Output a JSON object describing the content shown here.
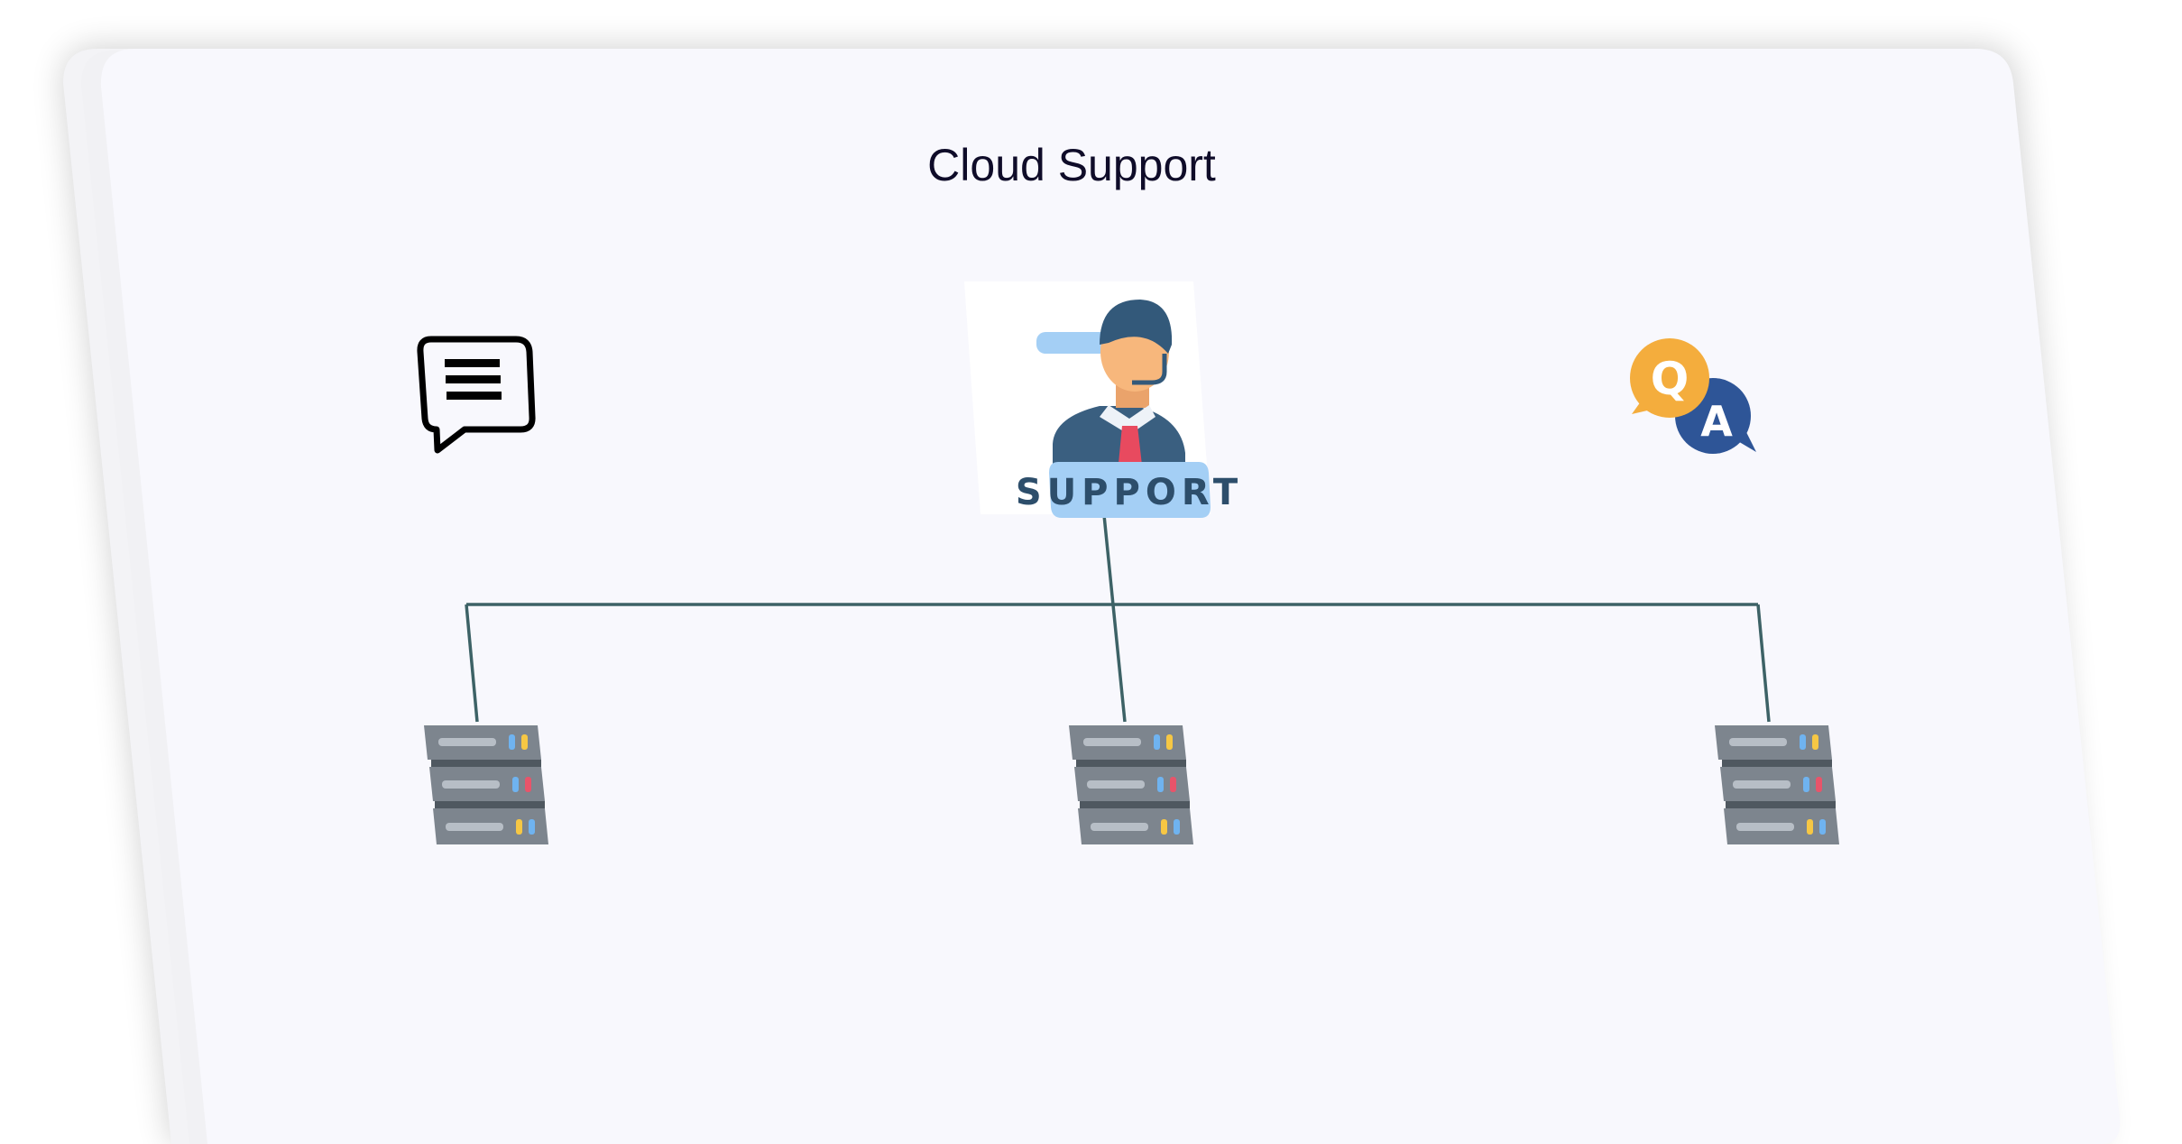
{
  "diagram": {
    "title": "Cloud Support",
    "center_node": {
      "label": "SUPPORT",
      "icon": "support-agent-icon"
    },
    "left_node": {
      "icon": "chat-message-icon"
    },
    "right_node": {
      "icon": "qa-bubbles-icon",
      "q_label": "Q",
      "a_label": "A"
    },
    "servers": [
      {
        "icon": "server-rack-icon"
      },
      {
        "icon": "server-rack-icon"
      },
      {
        "icon": "server-rack-icon"
      }
    ],
    "colors": {
      "card": "#f8f8fd",
      "connector": "#3d6266",
      "title": "#0f0c29",
      "badge": "#a4cff5",
      "suit": "#3a5f80",
      "tie": "#e84a5f"
    }
  }
}
